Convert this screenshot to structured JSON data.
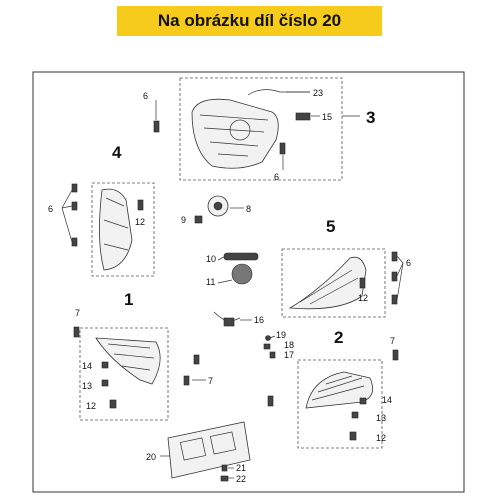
{
  "banner": {
    "text": "Na obrázku díl číslo 20"
  },
  "groups": {
    "g1": "1",
    "g2": "2",
    "g3": "3",
    "g4": "4",
    "g5": "5"
  },
  "labels": {
    "l6a": "6",
    "l23": "23",
    "l15": "15",
    "l6b": "6",
    "l6c": "6",
    "l12a": "12",
    "l9": "9",
    "l8": "8",
    "l10": "10",
    "l11": "11",
    "l6d": "6",
    "l12b": "12",
    "l7a": "7",
    "l16": "16",
    "l14a": "14",
    "l13a": "13",
    "l12c": "12",
    "l7b": "7",
    "l19": "19",
    "l18": "18",
    "l17": "17",
    "l7c": "7",
    "l14b": "14",
    "l13b": "13",
    "l12d": "12",
    "l20": "20",
    "l21": "21",
    "l22": "22"
  }
}
